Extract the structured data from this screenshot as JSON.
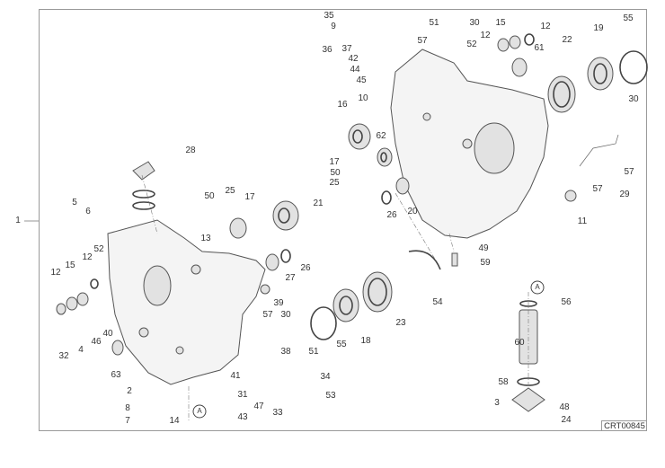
{
  "diagram_code": "CRT00845",
  "reference_marker": "A",
  "labels": {
    "l1": "1",
    "l28": "28",
    "l5": "5",
    "l6": "6",
    "l50a": "50",
    "l25a": "25",
    "l17a": "17",
    "l21": "21",
    "l13": "13",
    "l12a": "12",
    "l15a": "15",
    "l12b": "12",
    "l52a": "52",
    "l26a": "26",
    "l27": "27",
    "l39": "39",
    "l57a": "57",
    "l30a": "30",
    "l40": "40",
    "l32": "32",
    "l4": "4",
    "l46": "46",
    "l38": "38",
    "l51a": "51",
    "l63": "63",
    "l41": "41",
    "l31": "31",
    "l47": "47",
    "l33": "33",
    "l34": "34",
    "l53": "53",
    "l2": "2",
    "l8": "8",
    "l7": "7",
    "l14": "14",
    "l43": "43",
    "l35": "35",
    "l9": "9",
    "l36": "36",
    "l37": "37",
    "l42": "42",
    "l44": "44",
    "l45": "45",
    "l51b": "51",
    "l30b": "30",
    "l57b": "57",
    "l15b": "15",
    "l12c": "12",
    "l52b": "52",
    "l12d": "12",
    "l61": "61",
    "l22": "22",
    "l19": "19",
    "l55a": "55",
    "l10": "10",
    "l16": "16",
    "l62": "62",
    "l17b": "17",
    "l50b": "50",
    "l25b": "25",
    "l26b": "26",
    "l20": "20",
    "l30c": "30",
    "l57c": "57",
    "l57d": "57",
    "l29": "29",
    "l11": "11",
    "l49": "49",
    "l59": "59",
    "l54": "54",
    "l23": "23",
    "l18": "18",
    "l55b": "55",
    "l56": "56",
    "l60": "60",
    "l58": "58",
    "l3": "3",
    "l48": "48",
    "l24": "24"
  }
}
